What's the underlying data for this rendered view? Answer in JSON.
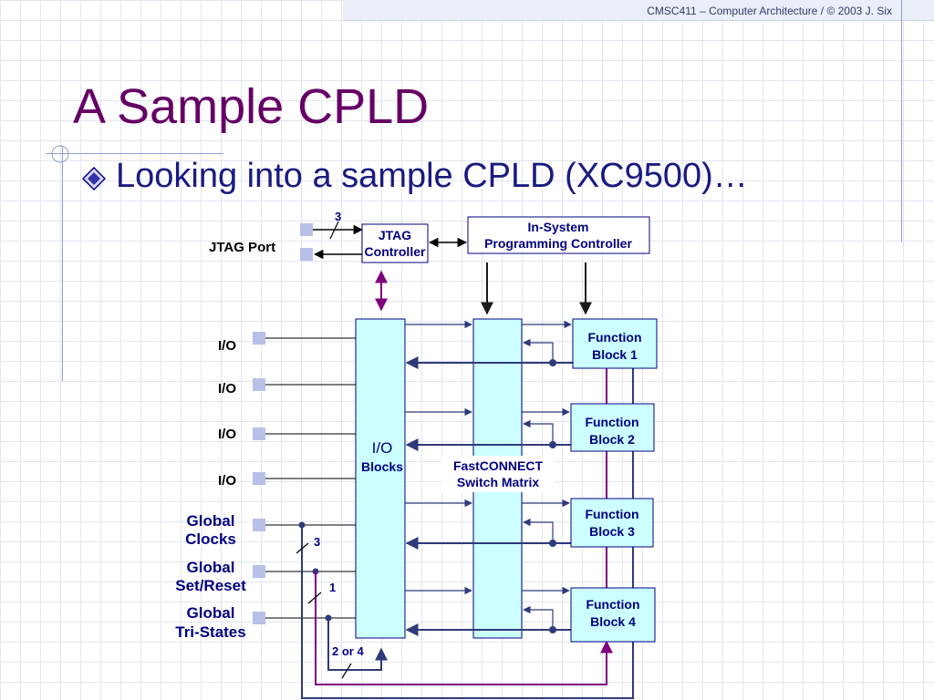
{
  "header": {
    "course": "CMSC411 – Computer Architecture / © 2003 J. Six"
  },
  "slide": {
    "title": "A Sample CPLD",
    "bullet": "Looking into a sample CPLD (XC9500)…"
  },
  "diagram": {
    "jtag_port_label": "JTAG Port",
    "jtag_bus_width": "3",
    "jtag_controller": [
      "JTAG",
      "Controller"
    ],
    "isp_controller": [
      "In-System",
      "Programming Controller"
    ],
    "io_labels": [
      "I/O",
      "I/O",
      "I/O",
      "I/O"
    ],
    "global_clocks": [
      "Global",
      "Clocks"
    ],
    "global_set_reset": [
      "Global",
      "Set/Reset"
    ],
    "global_tri_states": [
      "Global",
      "Tri-States"
    ],
    "clock_bus_width": "3",
    "set_reset_bus_width": "1",
    "tristate_bus_width": "2 or 4",
    "io_blocks": [
      "I/O",
      "Blocks"
    ],
    "switch_matrix": [
      "FastCONNECT",
      "Switch Matrix"
    ],
    "function_blocks": [
      [
        "Function",
        "Block 1"
      ],
      [
        "Function",
        "Block 2"
      ],
      [
        "Function",
        "Block 3"
      ],
      [
        "Function",
        "Block 4"
      ]
    ],
    "colors": {
      "wire": "#2e3a7a",
      "purple": "#800080",
      "block_fill": "#ccffff",
      "pin_fill": "#b8c0e8",
      "text": "#000080"
    }
  }
}
